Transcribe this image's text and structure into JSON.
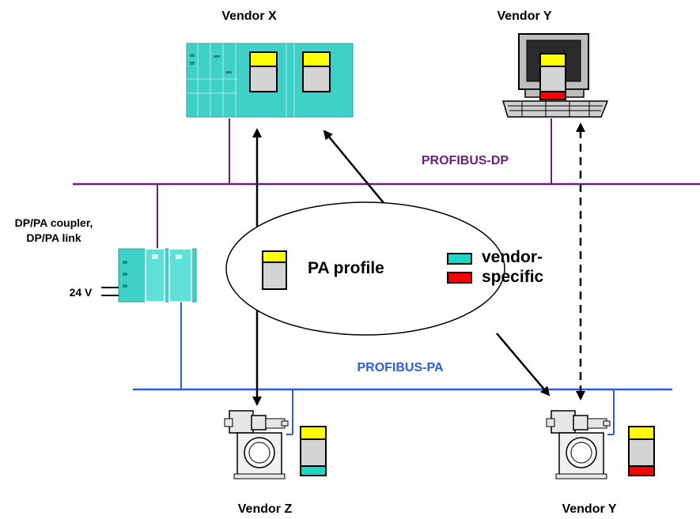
{
  "labels": {
    "vendor_x": "Vendor X",
    "vendor_y_top": "Vendor Y",
    "vendor_z": "Vendor Z",
    "vendor_y_bottom": "Vendor Y",
    "profibus_dp": "PROFIBUS-DP",
    "profibus_pa": "PROFIBUS-PA",
    "coupler_line1": "DP/PA coupler,",
    "coupler_line2": "DP/PA link",
    "voltage": "24 V"
  },
  "legend": {
    "pa_profile": "PA profile",
    "vendor_specific_line1": "vendor-",
    "vendor_specific_line2": "specific"
  },
  "colors": {
    "profibus_dp": "#6b1f7a",
    "profibus_pa": "#2b5ce6",
    "pa_profile_block": "#ffff00",
    "vendor_specific_teal": "#1fd6c4",
    "vendor_specific_red": "#ff0000",
    "device_body": "#d4d4d4",
    "plc_teal": "#3fd0c8"
  }
}
